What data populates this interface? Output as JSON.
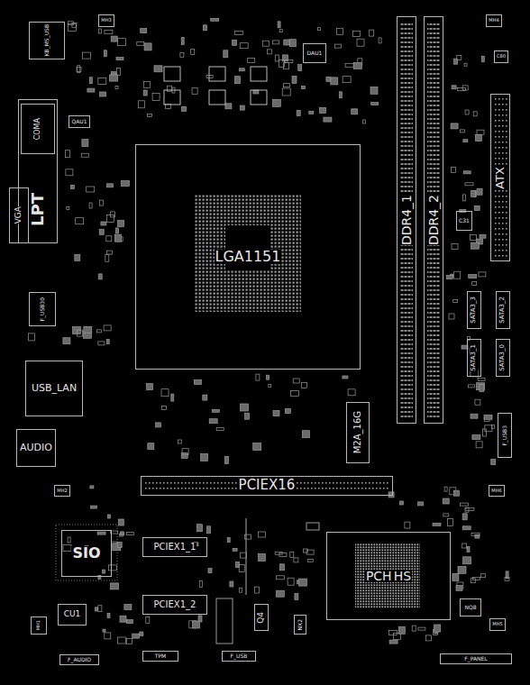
{
  "diagram": {
    "nodes": [
      {
        "text": [
          "KB_MS_USB"
        ]
      },
      {
        "text": [
          "MH3"
        ]
      },
      {
        "text": [
          "MH4"
        ]
      },
      {
        "text": [
          "DAU1"
        ]
      },
      {
        "text": [
          "C80"
        ]
      },
      {
        "text": [
          "LPT"
        ]
      },
      {
        "text": [
          "COMA"
        ],
        "in": 5
      },
      {
        "text": [
          "QAU1"
        ]
      },
      {
        "text": [
          "VGA"
        ]
      },
      {
        "text": [
          "LGA1151"
        ]
      },
      {
        "text": [
          "DDR4_1"
        ]
      },
      {
        "text": [
          "DDR4_2"
        ]
      },
      {
        "text": [
          "ATX"
        ]
      },
      {
        "text": [
          "C31"
        ]
      },
      {
        "text": [
          "F_USB30"
        ]
      },
      {
        "text": [
          "SATA3_3"
        ]
      },
      {
        "text": [
          "SATA3_2"
        ]
      },
      {
        "text": [
          "USB_LAN"
        ]
      },
      {
        "text": [
          "SATA3_1"
        ]
      },
      {
        "text": [
          "SATA3_0"
        ]
      },
      {
        "text": [
          "M2A_16G"
        ]
      },
      {
        "text": [
          "F_USB3"
        ]
      },
      {
        "text": [
          "AUDIO"
        ]
      },
      {
        "text": [
          "PCIEX16"
        ]
      },
      {
        "text": [
          "MH2"
        ]
      },
      {
        "text": [
          "MH6"
        ]
      },
      {
        "text": [
          "SIO"
        ]
      },
      {
        "text": [
          "PCIEX1_1"
        ]
      },
      {
        "text": [
          "PCH",
          "HS"
        ]
      },
      {
        "text": [
          "PCIEX1_2"
        ]
      },
      {
        "text": [
          "CU1"
        ]
      },
      {
        "text": [
          "Q4"
        ]
      },
      {
        "text": [
          "NX2"
        ]
      },
      {
        "text": [
          "NQ8"
        ]
      },
      {
        "text": [
          "MH1"
        ]
      },
      {
        "text": [
          "MH5"
        ]
      },
      {
        "text": [
          "F_AUDIO"
        ]
      },
      {
        "text": [
          "TPM"
        ]
      },
      {
        "text": [
          "F_USB"
        ]
      },
      {
        "text": [
          "F_PANEL"
        ]
      }
    ]
  }
}
